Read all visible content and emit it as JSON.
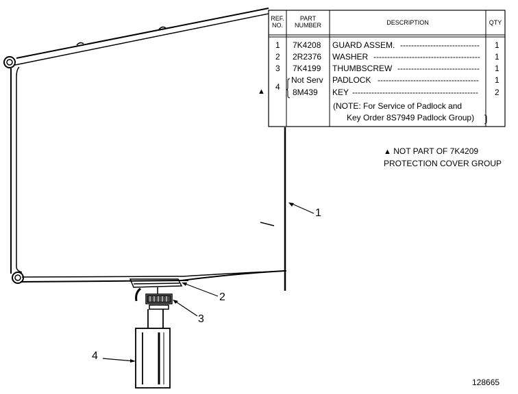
{
  "table": {
    "headers": {
      "ref_no": [
        "REF.",
        "NO."
      ],
      "part_number": [
        "PART",
        "NUMBER"
      ],
      "description": "DESCRIPTION",
      "qty": "QTY"
    },
    "rows": [
      {
        "ref": "1",
        "part": "7K4208",
        "desc": "GUARD ASSEM.",
        "qty": "1"
      },
      {
        "ref": "2",
        "part": "2R2376",
        "desc": "WASHER",
        "qty": "1"
      },
      {
        "ref": "3",
        "part": "7K4199",
        "desc": "THUMBSCREW",
        "qty": "1"
      },
      {
        "ref": "4",
        "part": "Not Serv",
        "desc": "PADLOCK",
        "qty": "1"
      },
      {
        "ref": "",
        "part": "8M439",
        "desc": "KEY",
        "qty": "2"
      }
    ],
    "note_line1": "(NOTE:  For Service of Padlock and",
    "note_line2": "Key Order 8S7949 Padlock Group)"
  },
  "row_marker": "▲",
  "footnote": {
    "marker": "▲",
    "line1": "NOT PART OF 7K4209",
    "line2": "PROTECTION COVER GROUP"
  },
  "callouts": [
    "1",
    "2",
    "3",
    "4"
  ],
  "figure_number": "128665"
}
